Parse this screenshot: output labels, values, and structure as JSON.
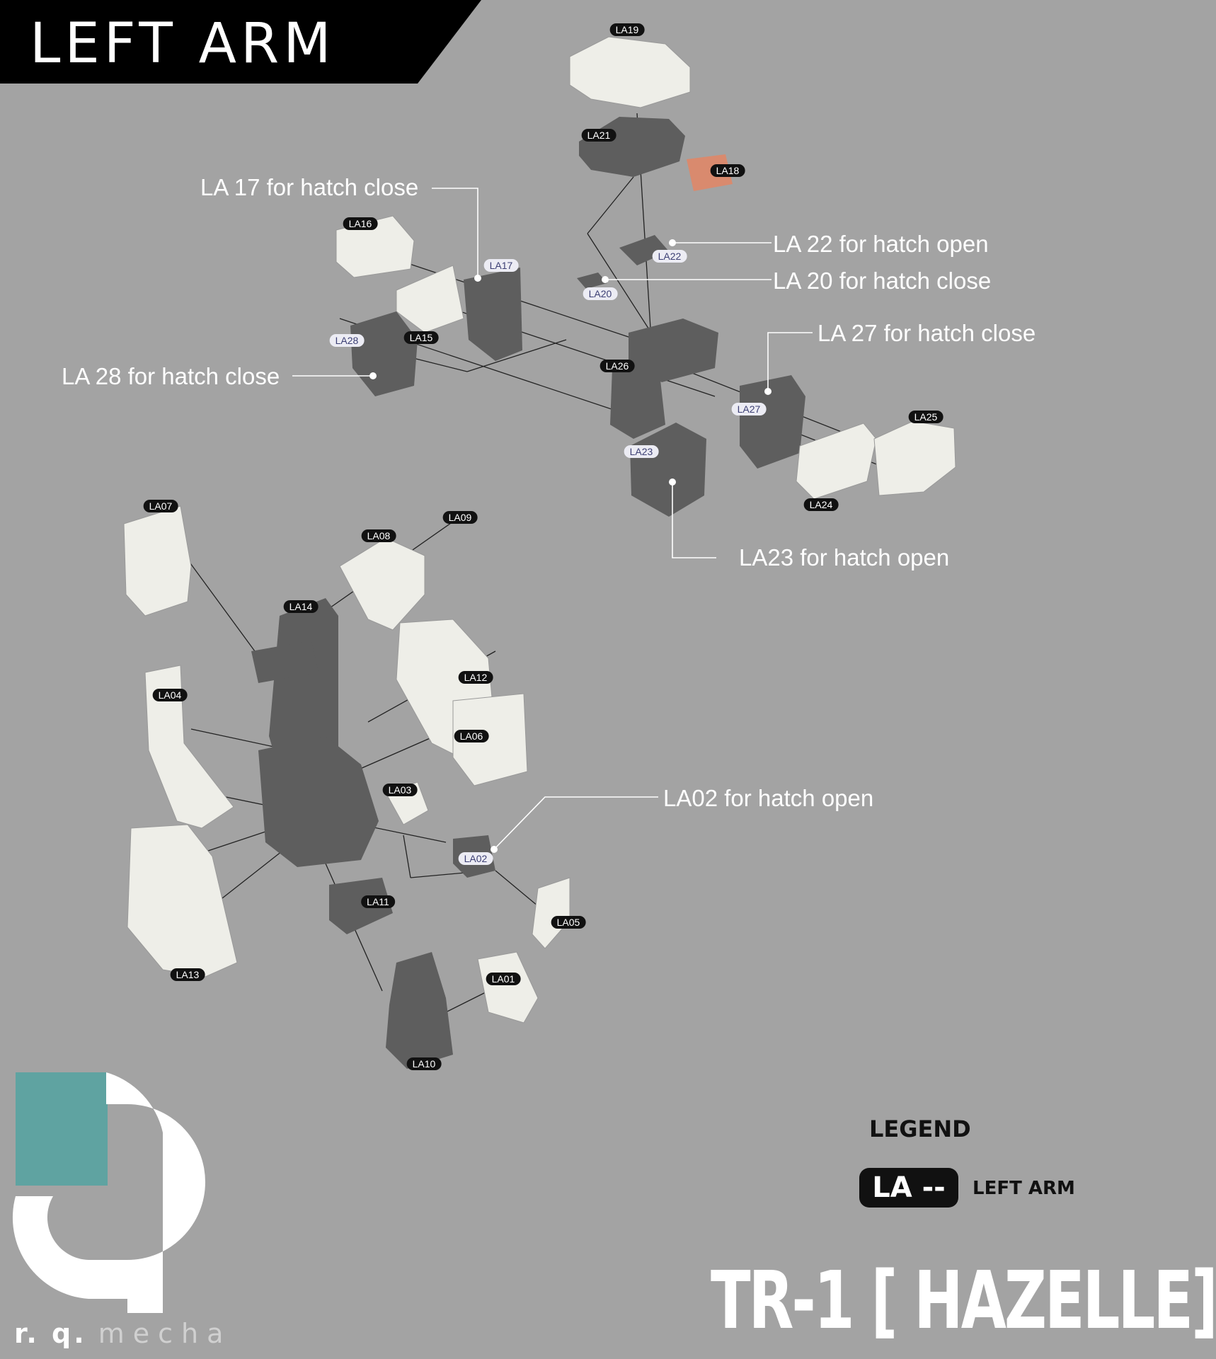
{
  "header": {
    "title": "LEFT ARM"
  },
  "parts": [
    {
      "id": "LA19",
      "style": "dark"
    },
    {
      "id": "LA21",
      "style": "dark"
    },
    {
      "id": "LA18",
      "style": "dark"
    },
    {
      "id": "LA16",
      "style": "dark"
    },
    {
      "id": "LA17",
      "style": "light"
    },
    {
      "id": "LA22",
      "style": "light"
    },
    {
      "id": "LA20",
      "style": "light"
    },
    {
      "id": "LA28",
      "style": "light"
    },
    {
      "id": "LA15",
      "style": "dark"
    },
    {
      "id": "LA26",
      "style": "dark"
    },
    {
      "id": "LA27",
      "style": "light"
    },
    {
      "id": "LA25",
      "style": "dark"
    },
    {
      "id": "LA23",
      "style": "light"
    },
    {
      "id": "LA24",
      "style": "dark"
    },
    {
      "id": "LA07",
      "style": "dark"
    },
    {
      "id": "LA09",
      "style": "dark"
    },
    {
      "id": "LA08",
      "style": "dark"
    },
    {
      "id": "LA14",
      "style": "dark"
    },
    {
      "id": "LA12",
      "style": "dark"
    },
    {
      "id": "LA04",
      "style": "dark"
    },
    {
      "id": "LA06",
      "style": "dark"
    },
    {
      "id": "LA03",
      "style": "dark"
    },
    {
      "id": "LA02",
      "style": "light"
    },
    {
      "id": "LA11",
      "style": "dark"
    },
    {
      "id": "LA05",
      "style": "dark"
    },
    {
      "id": "LA13",
      "style": "dark"
    },
    {
      "id": "LA01",
      "style": "dark"
    },
    {
      "id": "LA10",
      "style": "dark"
    }
  ],
  "notes": [
    "LA 17 for hatch close",
    "LA 22 for hatch open",
    "LA 20 for hatch close",
    "LA 27 for hatch close",
    "LA 28 for hatch close",
    "LA23 for hatch open",
    "LA02 for hatch open"
  ],
  "legend": {
    "title": "LEGEND",
    "code": "LA --",
    "meaning": "LEFT ARM"
  },
  "product": {
    "name": "TR-1 [ HAZELLE]"
  },
  "brand": {
    "initials": "r. q.",
    "name": "mecha"
  },
  "colors": {
    "background": "#a3a3a3",
    "banner": "#000000",
    "part_dark": "#5e5e5e",
    "part_light": "#eeeee8",
    "part_accent": "#d98a6e",
    "logo_teal": "#5fa3a1",
    "logo_white": "#ffffff"
  }
}
